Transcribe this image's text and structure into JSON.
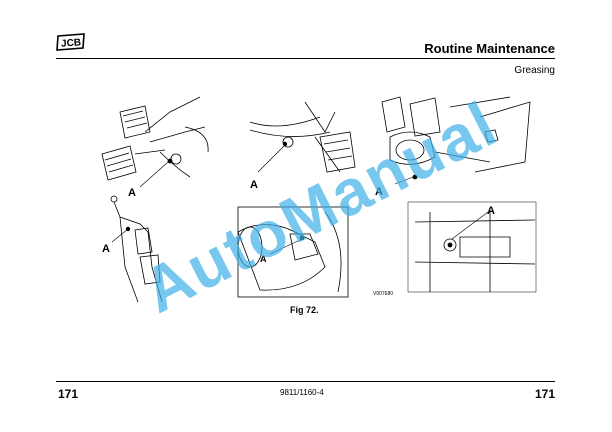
{
  "header": {
    "logo_text": "JCB",
    "title": "Routine Maintenance",
    "subtitle": "Greasing"
  },
  "figure": {
    "callout_label": "A",
    "image_code": "V007680",
    "caption": "Fig 72."
  },
  "footer": {
    "page_left": "171",
    "doc_code": "9811/1160-4",
    "page_right": "171"
  },
  "watermark": "AutoManual"
}
